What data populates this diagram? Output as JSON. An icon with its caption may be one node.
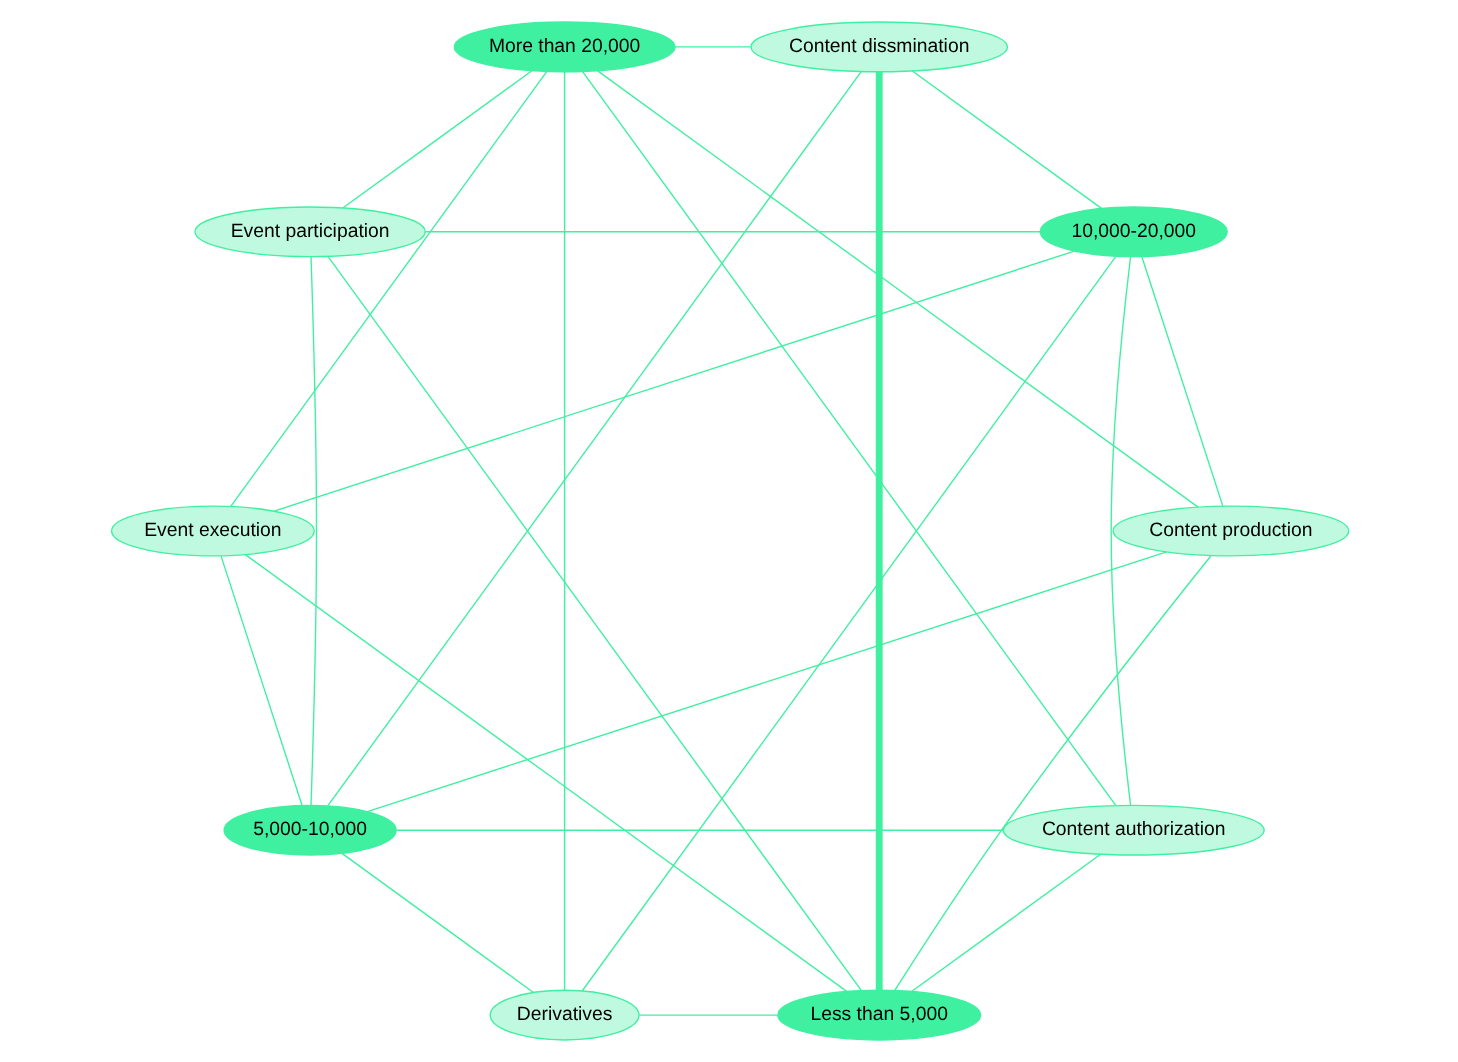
{
  "diagram": {
    "nodes": [
      {
        "text": [
          "More than 20,000"
        ]
      },
      {
        "text": [
          "Derivatives"
        ]
      },
      {
        "text": [
          "Less than 5,000"
        ]
      },
      {
        "text": [
          "Event participation"
        ]
      },
      {
        "text": [
          "Content authorization"
        ]
      },
      {
        "text": [
          "Event execution"
        ]
      },
      {
        "text": [
          "Content production"
        ]
      },
      {
        "text": [
          "10,000-20,000"
        ]
      },
      {
        "text": [
          "5,000-10,000"
        ]
      },
      {
        "text": [
          "Content dissmination"
        ]
      }
    ],
    "edges": [
      {
        "from": 0,
        "to": 1,
        "arrow": "none"
      },
      {
        "from": 0,
        "to": 3,
        "arrow": "none"
      },
      {
        "from": 0,
        "to": 4,
        "arrow": "none"
      },
      {
        "from": 0,
        "to": 5,
        "arrow": "none"
      },
      {
        "from": 0,
        "to": 6,
        "arrow": "none"
      },
      {
        "from": 0,
        "to": 9,
        "arrow": "none"
      },
      {
        "from": 2,
        "to": 1,
        "arrow": "none"
      },
      {
        "from": 2,
        "to": 3,
        "arrow": "none"
      },
      {
        "from": 2,
        "to": 4,
        "arrow": "none"
      },
      {
        "from": 2,
        "to": 5,
        "arrow": "none"
      },
      {
        "from": 2,
        "to": 6,
        "arrow": "none"
      },
      {
        "from": 2,
        "to": 9,
        "arrow": "none",
        "style": "thick"
      },
      {
        "from": 7,
        "to": 1,
        "arrow": "none"
      },
      {
        "from": 7,
        "to": 3,
        "arrow": "none"
      },
      {
        "from": 7,
        "to": 4,
        "arrow": "none"
      },
      {
        "from": 7,
        "to": 5,
        "arrow": "none"
      },
      {
        "from": 7,
        "to": 6,
        "arrow": "none"
      },
      {
        "from": 7,
        "to": 9,
        "arrow": "none"
      },
      {
        "from": 8,
        "to": 1,
        "arrow": "none"
      },
      {
        "from": 8,
        "to": 3,
        "arrow": "none"
      },
      {
        "from": 8,
        "to": 4,
        "arrow": "none"
      },
      {
        "from": 8,
        "to": 5,
        "arrow": "none"
      },
      {
        "from": 8,
        "to": 6,
        "arrow": "none"
      },
      {
        "from": 8,
        "to": 9,
        "arrow": "none"
      }
    ]
  }
}
